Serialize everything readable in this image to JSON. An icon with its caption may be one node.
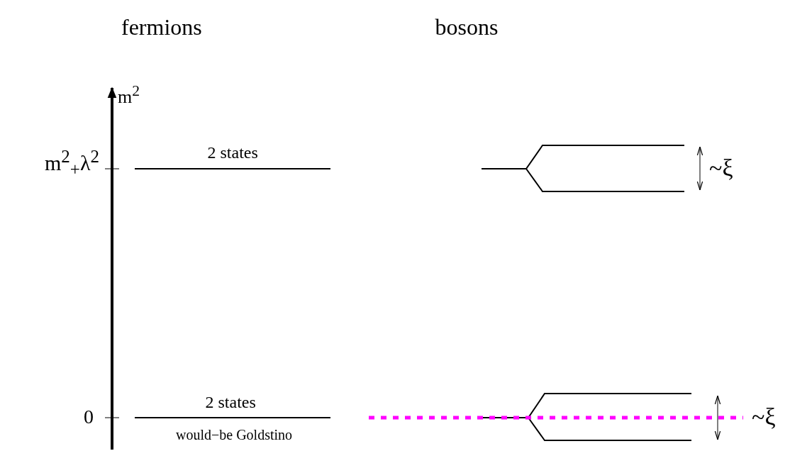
{
  "diagram": {
    "labels": [
      "fermions",
      "bosons",
      "m$^{2}$",
      "m$^{2}$$_{+}$λ$^{2}$",
      "2 states",
      "~ξ",
      "0",
      "2 states",
      "would−be Goldstino",
      "~ξ"
    ]
  }
}
